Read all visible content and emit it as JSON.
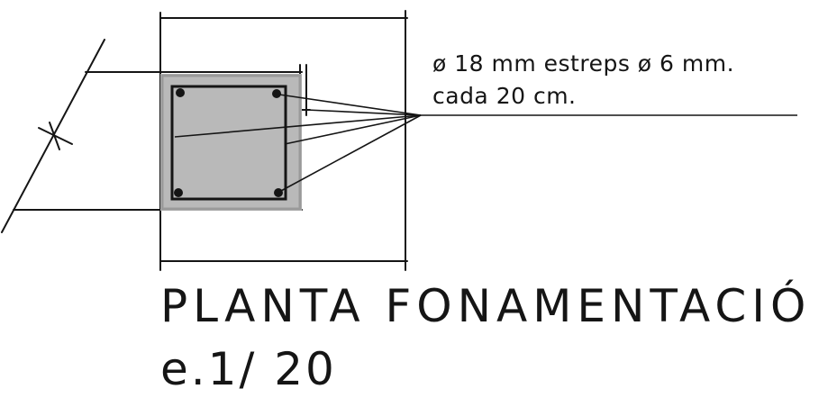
{
  "drawing": {
    "note_line_1": "ø 18 mm estreps ø 6 mm.",
    "note_line_2": "cada 20 cm.",
    "title": "PLANTA FONAMENTACIÓ",
    "scale": "e.1/ 20"
  },
  "colors": {
    "ink": "#151515",
    "concrete_fill": "#b9b9b9",
    "paper": "#ffffff"
  }
}
